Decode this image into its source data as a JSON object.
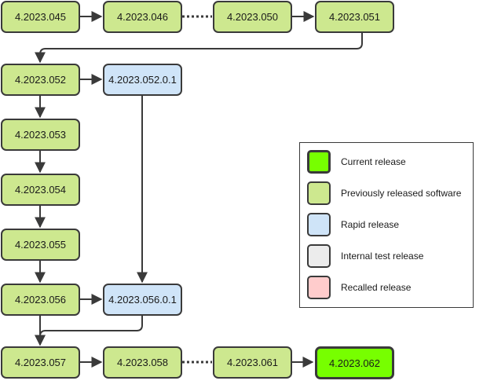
{
  "versions": {
    "v045": "4.2023.045",
    "v046": "4.2023.046",
    "v050": "4.2023.050",
    "v051": "4.2023.051",
    "v052": "4.2023.052",
    "v052_0_1": "4.2023.052.0.1",
    "v053": "4.2023.053",
    "v054": "4.2023.054",
    "v055": "4.2023.055",
    "v056": "4.2023.056",
    "v056_0_1": "4.2023.056.0.1",
    "v057": "4.2023.057",
    "v058": "4.2023.058",
    "v061": "4.2023.061",
    "v062": "4.2023.062"
  },
  "legend": {
    "current": "Current release",
    "previous": "Previously released software",
    "rapid": "Rapid release",
    "internal": "Internal test release",
    "recalled": "Recalled release"
  },
  "colors": {
    "current": "#77ff00",
    "previous": "#cde88f",
    "rapid": "#cfe4f8",
    "internal": "#ececec",
    "recalled": "#ffcccc",
    "stroke": "#3a3a3a"
  }
}
